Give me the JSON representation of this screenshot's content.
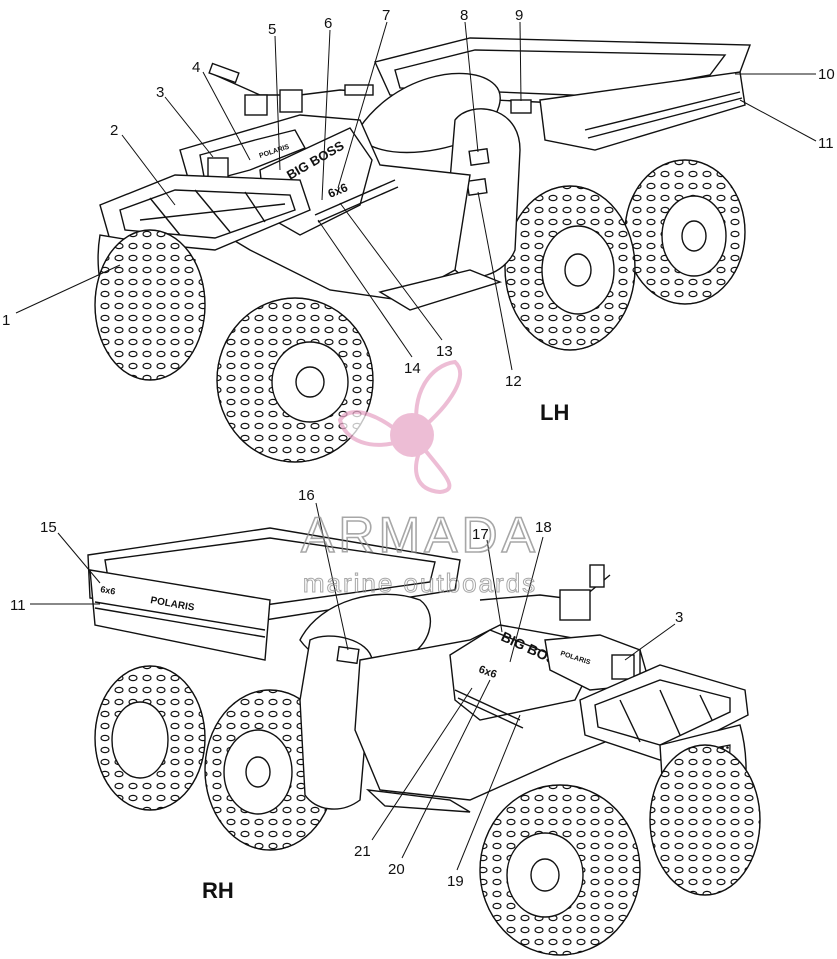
{
  "diagram": {
    "views": [
      {
        "id": "lh",
        "label": "LH",
        "callouts": [
          "1",
          "2",
          "3",
          "4",
          "5",
          "6",
          "7",
          "8",
          "9",
          "10",
          "11",
          "12",
          "13",
          "14"
        ]
      },
      {
        "id": "rh",
        "label": "RH",
        "callouts": [
          "15",
          "11",
          "16",
          "17",
          "18",
          "3",
          "21",
          "20",
          "19"
        ]
      }
    ],
    "decal_text": {
      "brand": "POLARIS",
      "model": "6x6",
      "big_boss": "BIG BOSS"
    },
    "watermark": {
      "brand": "ARMADA",
      "tagline": "marine outboards",
      "color": "#e8a8c8",
      "text_color": "#8a8a8a"
    }
  }
}
